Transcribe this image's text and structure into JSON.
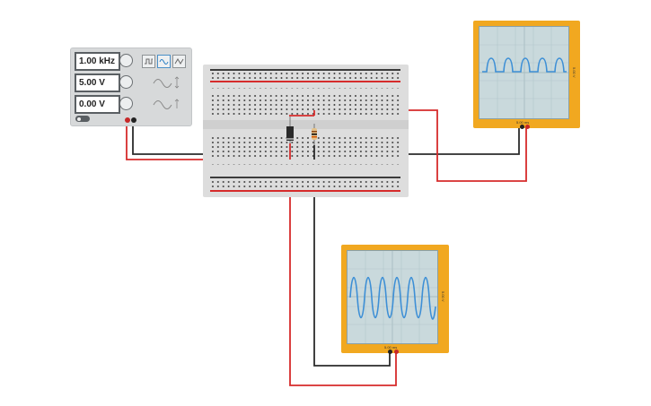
{
  "function_generator": {
    "frequency": "1.00 kHz",
    "amplitude": "5.00 V",
    "dc_offset": "0.00 V",
    "waveforms": [
      "square-wave-icon",
      "sine-wave-icon",
      "triangle-wave-icon"
    ],
    "selected_waveform": "sine-wave-icon"
  },
  "scope_top": {
    "div_label": "5.00 ms",
    "side_label": "5.00 V"
  },
  "scope_bottom": {
    "div_label": "5.00 ms",
    "side_label": "5.00 V"
  },
  "colors": {
    "scope_body": "#f1a820",
    "scope_screen": "#c9d9dc",
    "trace": "#3d8fd6",
    "wire_red": "#d62b2b",
    "wire_black": "#2b2b2b",
    "breadboard": "#dddddd"
  }
}
